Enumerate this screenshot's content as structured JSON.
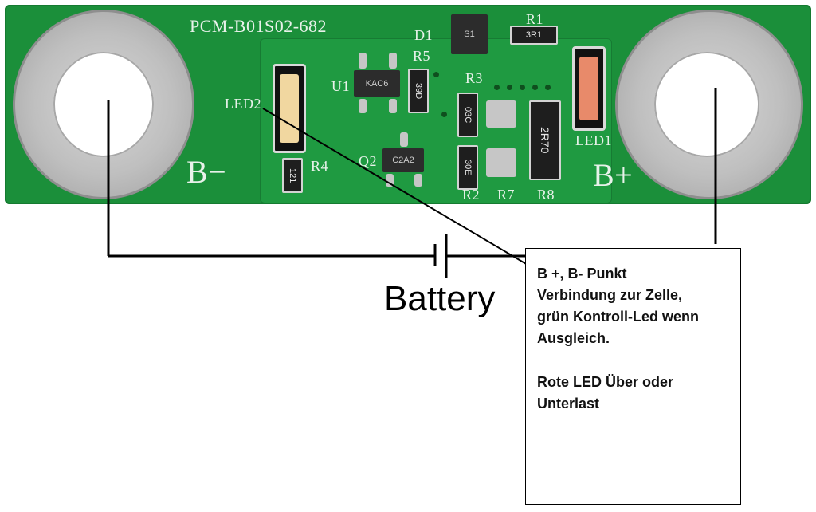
{
  "board": {
    "part_number": "PCM-B01S02-682",
    "labels": {
      "led2": "LED2",
      "led1": "LED1",
      "u1": "U1",
      "q2": "Q2",
      "d1": "D1",
      "r1": "R1",
      "r2": "R2",
      "r3": "R3",
      "r4": "R4",
      "r5": "R5",
      "r7": "R7",
      "r8": "R8",
      "bminus": "B−",
      "bplus": "B+"
    },
    "component_marks": {
      "u1_mark": "KAC6",
      "q2_mark": "C2A2",
      "d1_mark": "S1",
      "r1_mark": "3R1",
      "r4_mark": "121",
      "r5_mark": "39D",
      "r3_mark": "03C",
      "r2_mark": "30E",
      "r8_mark": "2R70"
    }
  },
  "battery": {
    "label": "Battery"
  },
  "note": {
    "lines": [
      "B +, B- Punkt",
      "Verbindung zur Zelle,",
      "grün Kontroll-Led wenn",
      "Ausgleich.",
      "",
      "Rote LED Über oder",
      "Unterlast"
    ]
  },
  "colors": {
    "pcb": "#1b8f3a",
    "silk": "#e8f2ea",
    "wire": "#000000"
  }
}
